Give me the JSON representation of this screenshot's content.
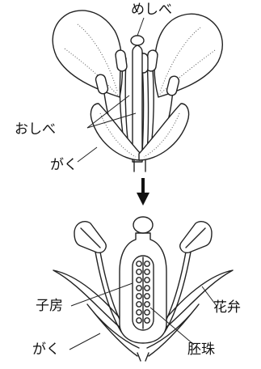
{
  "labels": {
    "pistil": "めしべ",
    "stamen": "おしべ",
    "sepal_top": "がく",
    "ovary": "子房",
    "petal": "花弁",
    "sepal_bottom": "がく",
    "ovule": "胚珠"
  }
}
